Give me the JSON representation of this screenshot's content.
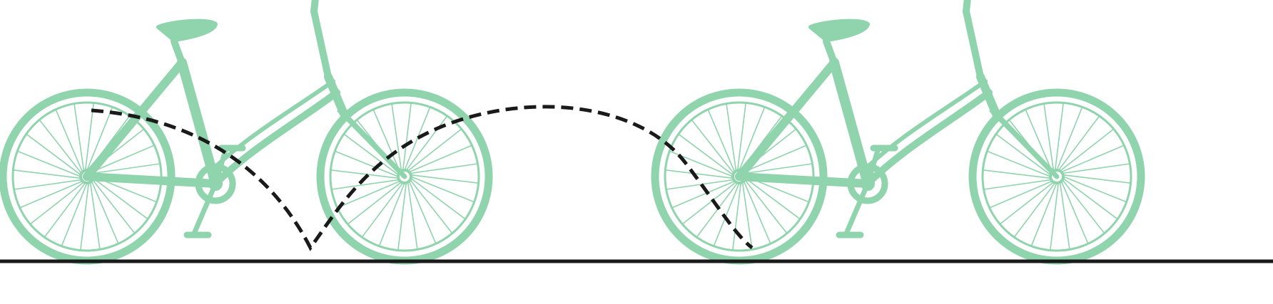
{
  "diagram": {
    "description_visible_text": "",
    "colors": {
      "bicycle": "#8fd4ad",
      "path": "#1a1a1a",
      "ground": "#1a1a1a",
      "background": "#ffffff"
    },
    "bicycles": [
      {
        "name": "bicycle-start",
        "frame": "step-through"
      },
      {
        "name": "bicycle-end",
        "frame": "step-through"
      }
    ],
    "path_style": "dashed",
    "icons": [
      "bicycle-icon",
      "dashed-trajectory",
      "ground-line"
    ]
  }
}
